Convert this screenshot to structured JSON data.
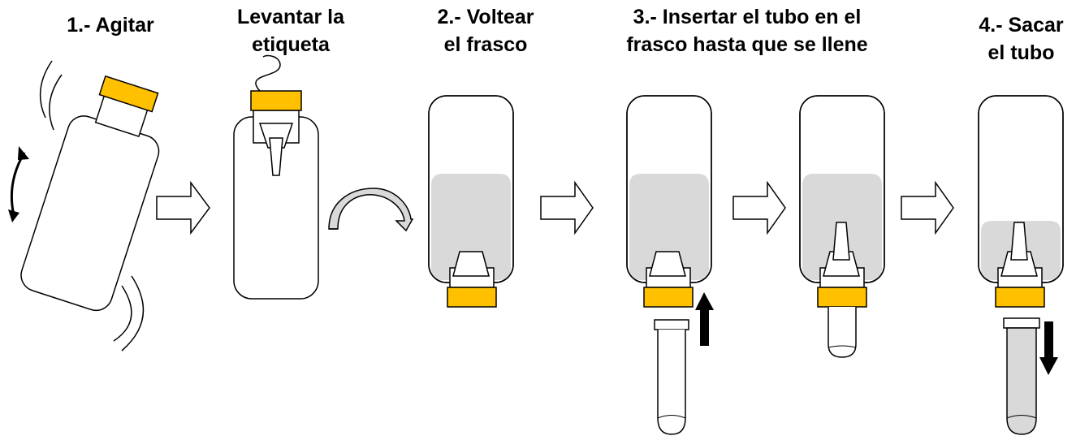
{
  "colors": {
    "cap": "#FFC000",
    "liquid": "#D9D9D9",
    "outline": "#000000",
    "background": "#FFFFFF"
  },
  "steps": [
    {
      "lines": [
        "1.- Agitar"
      ]
    },
    {
      "lines": [
        "Levantar la",
        "etiqueta"
      ]
    },
    {
      "lines": [
        "2.- Voltear",
        "el frasco"
      ]
    },
    {
      "lines": [
        "3.- Insertar el tubo en el",
        "frasco hasta que se llene"
      ]
    },
    {
      "lines": [
        "4.- Sacar",
        "el tubo"
      ]
    }
  ],
  "icons": [
    "shake-motion-icon",
    "flip-rotation-icon",
    "arrow-up-icon",
    "arrow-down-icon",
    "step-arrow-icon"
  ]
}
